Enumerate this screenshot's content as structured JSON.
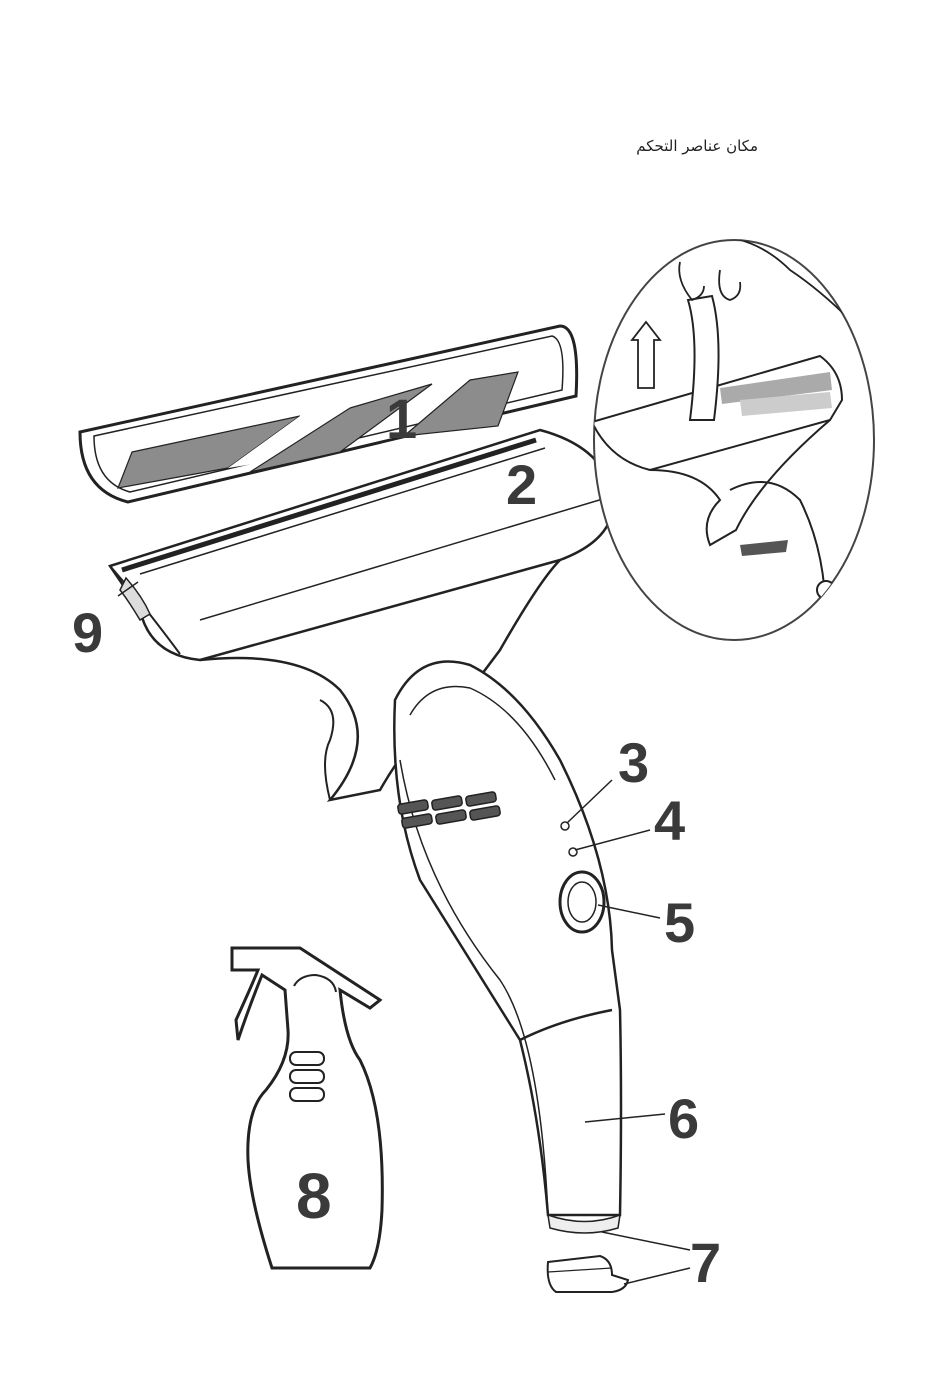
{
  "heading": "مكان عناصر التحكم",
  "labels": {
    "n1": "1",
    "n2": "2",
    "n3": "3",
    "n4": "4",
    "n5": "5",
    "n6": "6",
    "n7": "7",
    "n8": "8",
    "n9": "9"
  }
}
